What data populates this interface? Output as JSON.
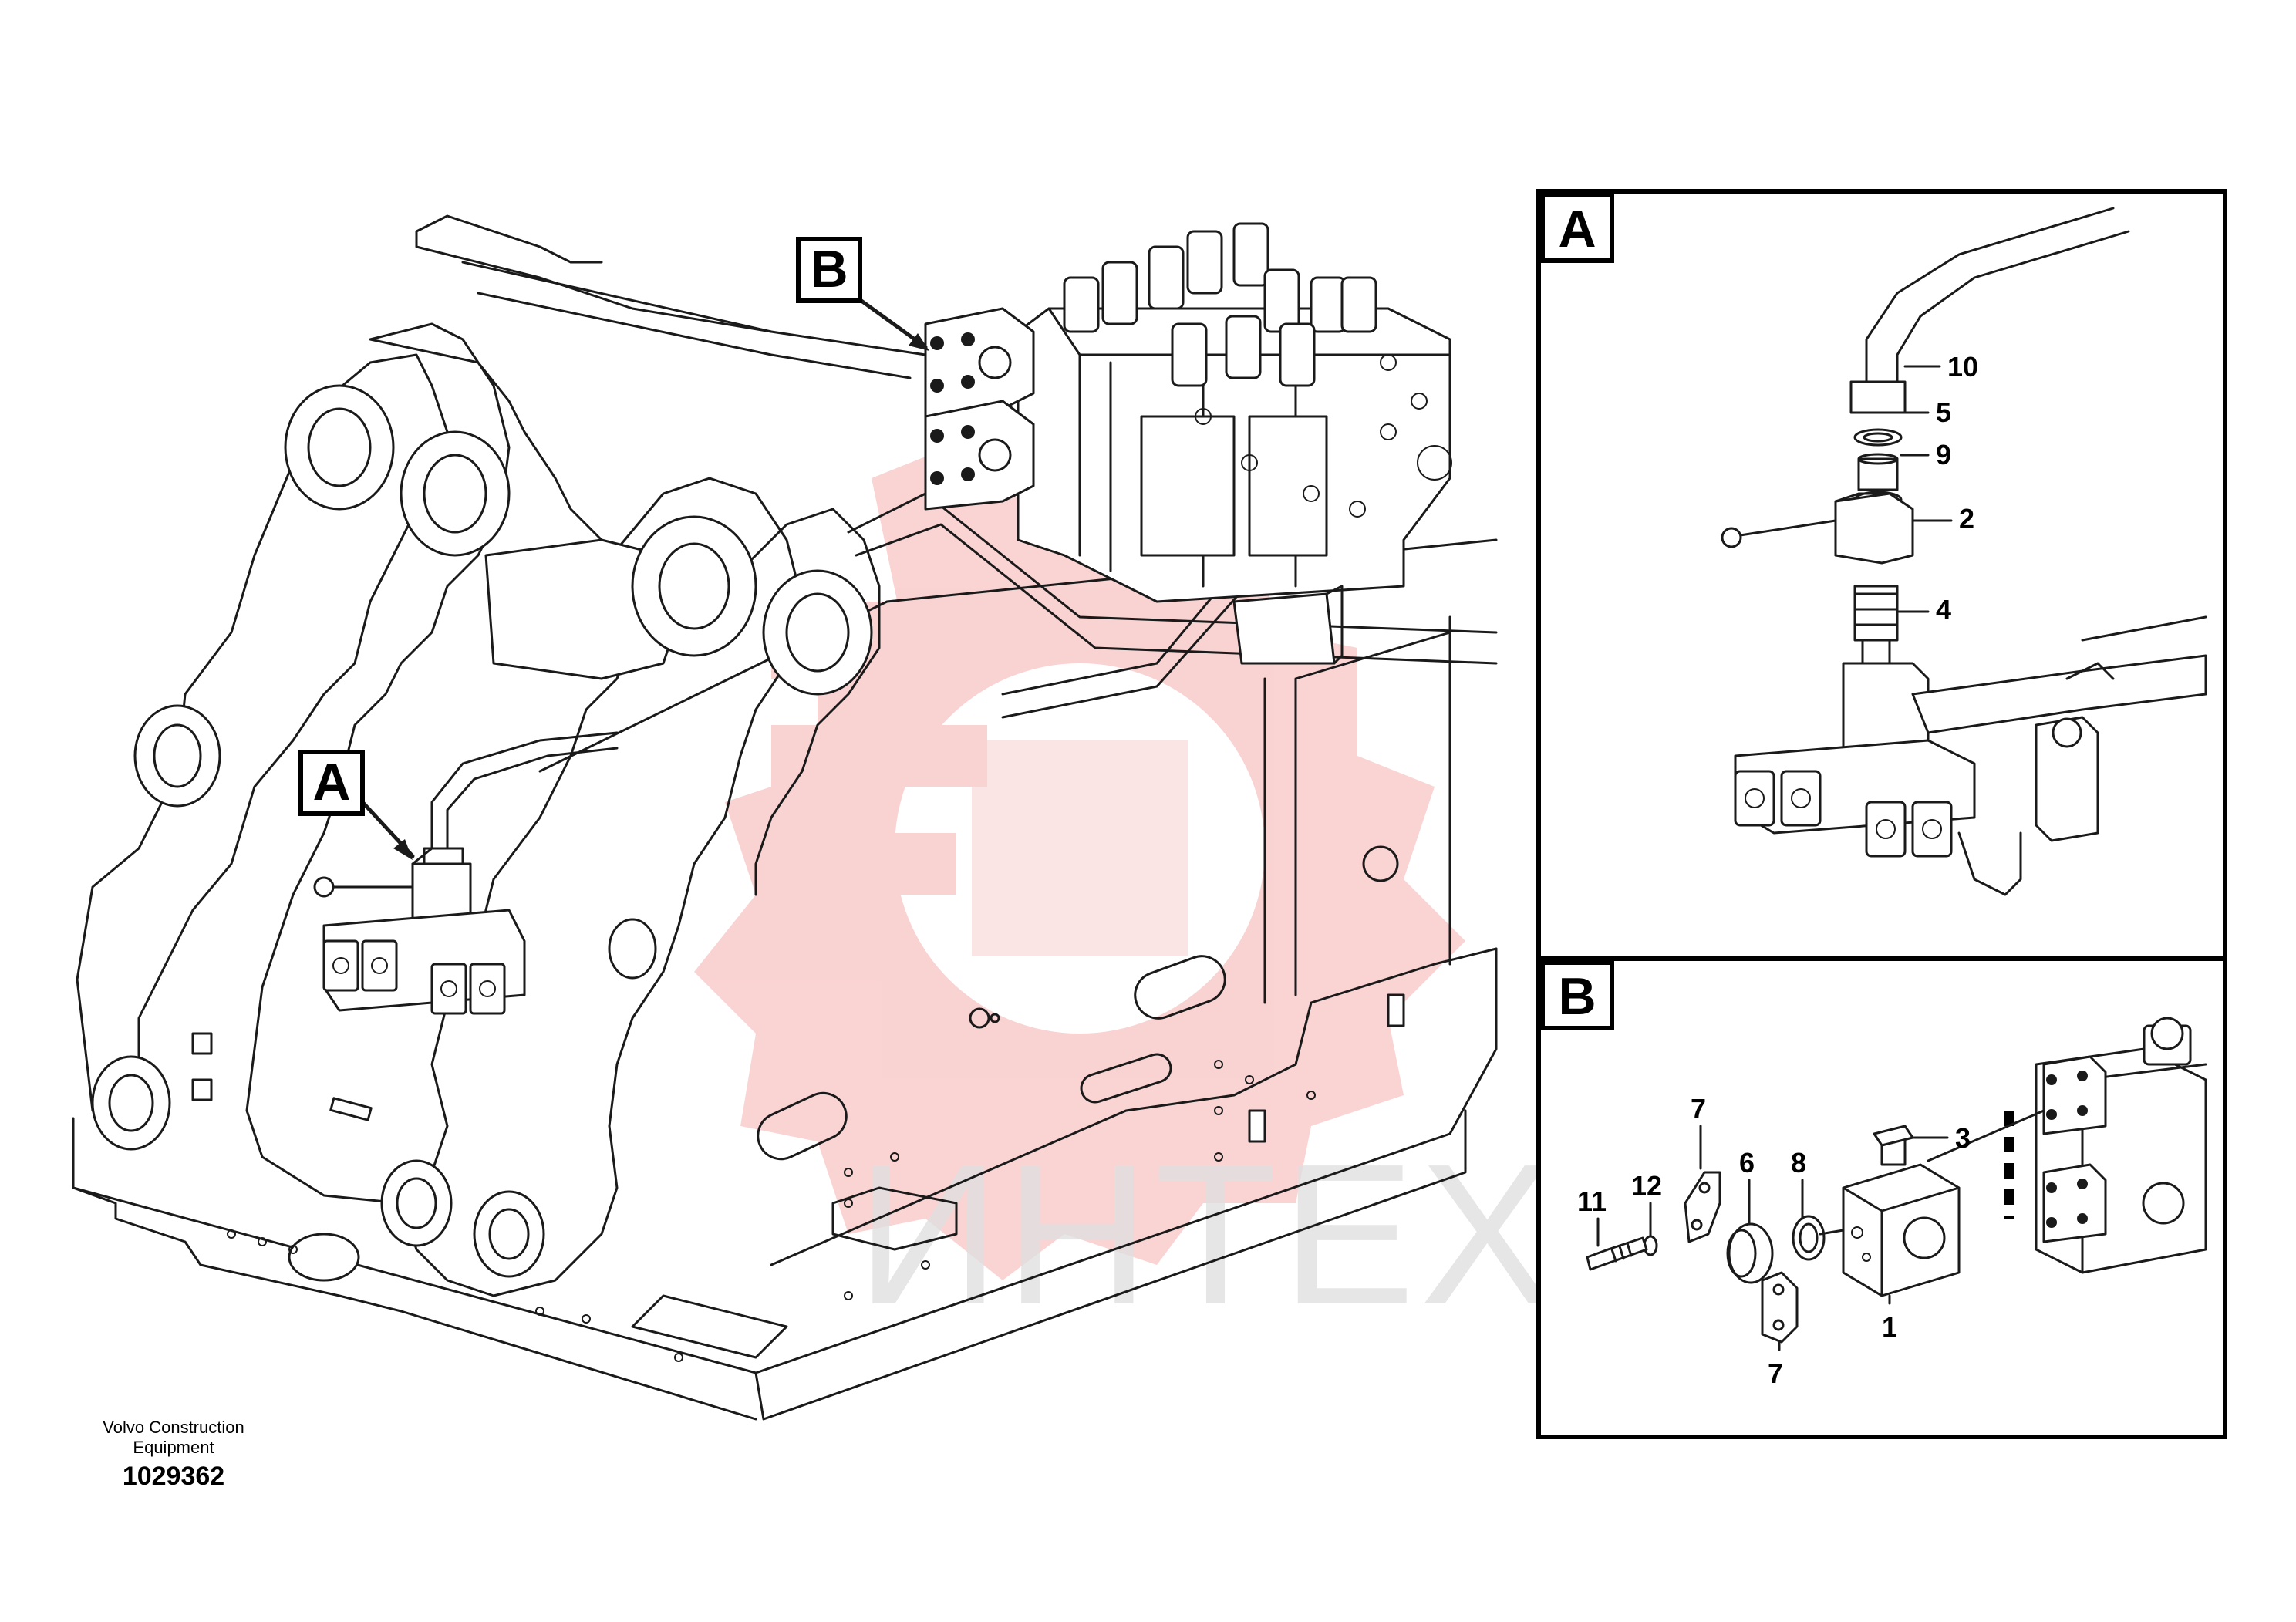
{
  "colors": {
    "line": "#1a1a1a",
    "watermark_logo": "#f5b5b5",
    "watermark_text": "#e0e0e0"
  },
  "callouts": {
    "main_a": "A",
    "main_b": "B",
    "panel_a": "A",
    "panel_b": "B"
  },
  "panel_a_parts": {
    "p10": "10",
    "p5": "5",
    "p9": "9",
    "p2": "2",
    "p4": "4"
  },
  "panel_b_parts": {
    "p3": "3",
    "p7_top": "7",
    "p6": "6",
    "p8": "8",
    "p11": "11",
    "p12": "12",
    "p1": "1",
    "p7_bottom": "7"
  },
  "watermark": {
    "text": "ИНТЕХ",
    "logo": "gear-logo"
  },
  "footer": {
    "company_line1": "Volvo Construction",
    "company_line2": "Equipment",
    "drawing_number": "1029362"
  }
}
